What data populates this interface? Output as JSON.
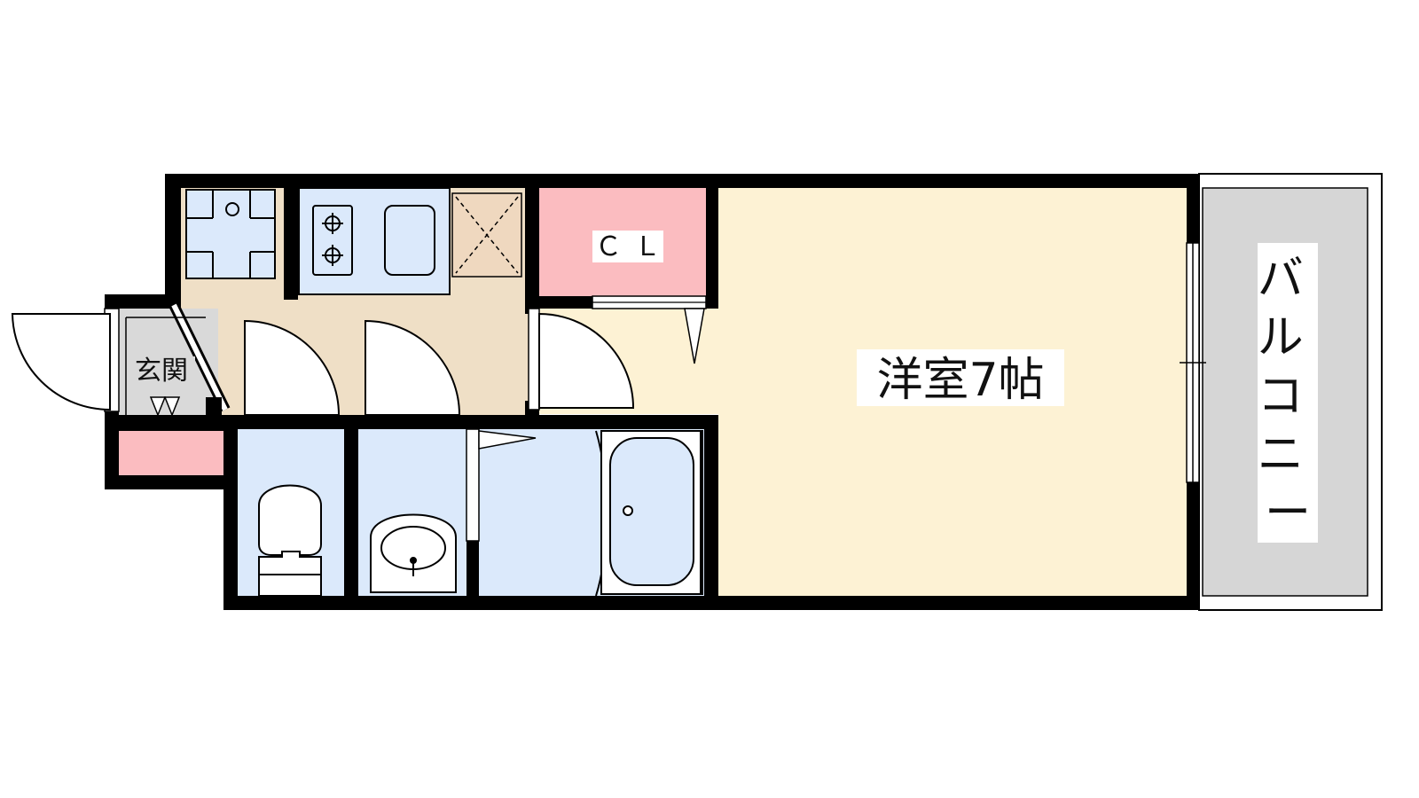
{
  "floorplan": {
    "rooms": {
      "entrance": {
        "label": "玄関"
      },
      "closet": {
        "label": "ＣＬ"
      },
      "western_room": {
        "label": "洋室7帖"
      },
      "balcony": {
        "label": "バルコニー",
        "chars": [
          "バ",
          "ル",
          "コ",
          "ニ",
          "ー"
        ]
      }
    },
    "colors": {
      "wall": "#000000",
      "western_room_floor": "#fdf2d4",
      "kitchen_floor": "#efdfc6",
      "wet_area": "#dbe9fb",
      "closet": "#fbbcc0",
      "balcony": "#d6d6d6",
      "entrance_floor": "#d9d9d9"
    }
  }
}
